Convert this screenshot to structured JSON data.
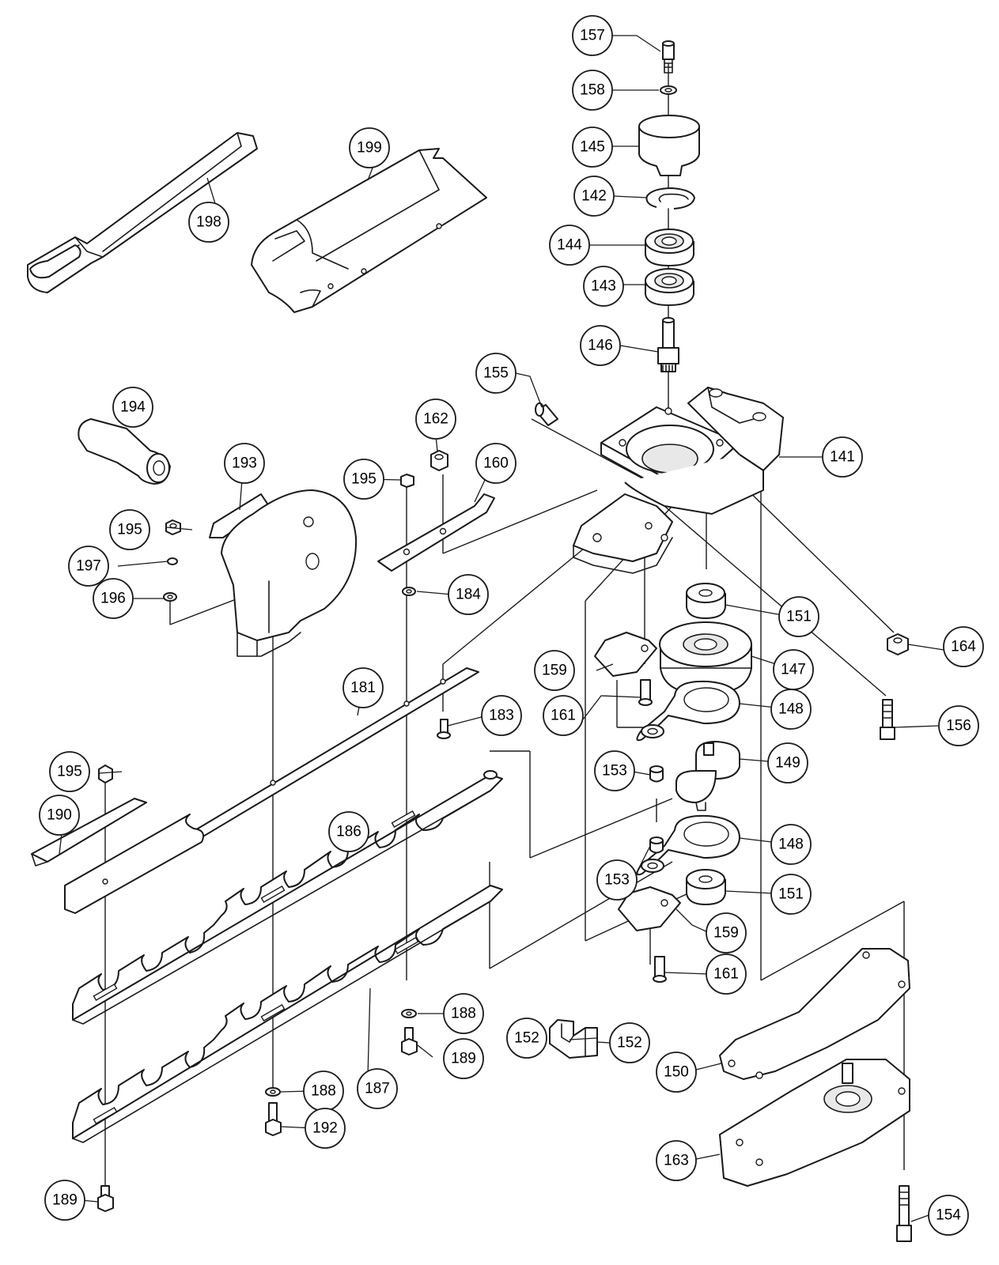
{
  "diagram": {
    "part_numbers": {
      "p141": "141",
      "p142": "142",
      "p143": "143",
      "p144": "144",
      "p145": "145",
      "p146": "146",
      "p147": "147",
      "p148a": "148",
      "p148b": "148",
      "p149": "149",
      "p150": "150",
      "p151a": "151",
      "p151b": "151",
      "p152a": "152",
      "p152b": "152",
      "p153a": "153",
      "p153b": "153",
      "p154": "154",
      "p155": "155",
      "p156": "156",
      "p157": "157",
      "p158": "158",
      "p159a": "159",
      "p159b": "159",
      "p160": "160",
      "p161a": "161",
      "p161b": "161",
      "p162": "162",
      "p163": "163",
      "p164": "164",
      "p181": "181",
      "p183": "183",
      "p184": "184",
      "p186": "186",
      "p187": "187",
      "p188a": "188",
      "p188b": "188",
      "p189a": "189",
      "p189b": "189",
      "p190": "190",
      "p192": "192",
      "p193": "193",
      "p194": "194",
      "p195a": "195",
      "p195b": "195",
      "p195c": "195",
      "p196": "196",
      "p197": "197",
      "p198": "198",
      "p199": "199"
    }
  }
}
